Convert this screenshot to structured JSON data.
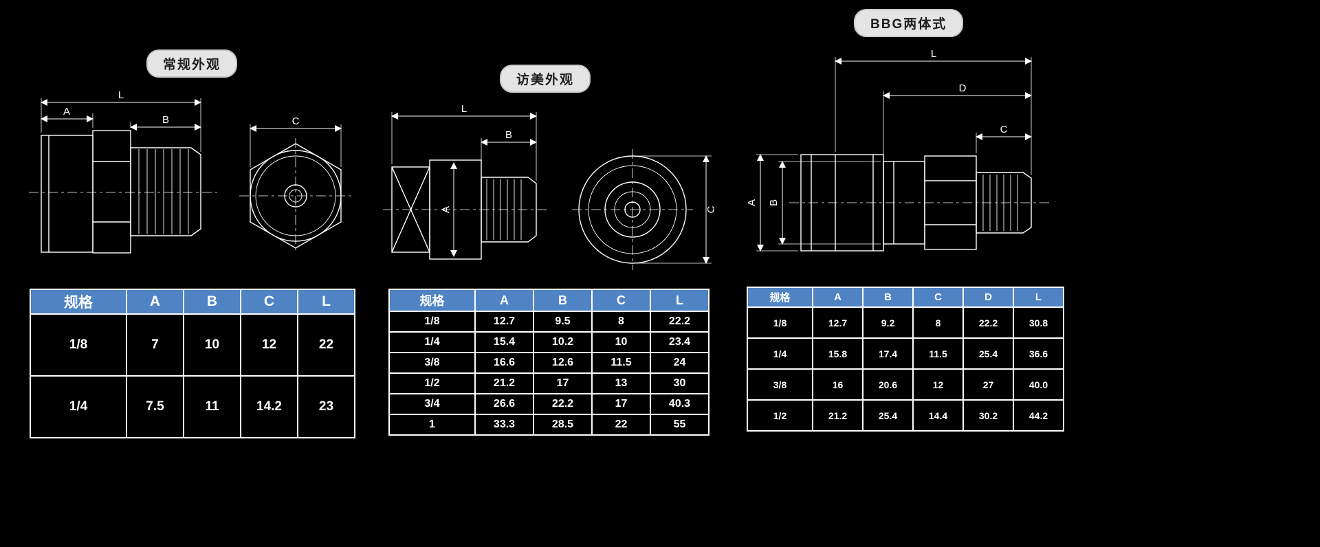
{
  "page": {
    "background_color": "#000000",
    "line_color": "#ffffff",
    "header_blue": "#4f83c4"
  },
  "sections": [
    {
      "label": "常规外观",
      "dims": [
        "L",
        "A",
        "B",
        "C"
      ],
      "table": {
        "headers": [
          "规格",
          "A",
          "B",
          "C",
          "L"
        ],
        "rows": [
          [
            "1/8",
            "7",
            "10",
            "12",
            "22"
          ],
          [
            "1/4",
            "7.5",
            "11",
            "14.2",
            "23"
          ]
        ]
      }
    },
    {
      "label": "访美外观",
      "dims": [
        "L",
        "B",
        "A",
        "C"
      ],
      "table": {
        "headers": [
          "规格",
          "A",
          "B",
          "C",
          "L"
        ],
        "rows": [
          [
            "1/8",
            "12.7",
            "9.5",
            "8",
            "22.2"
          ],
          [
            "1/4",
            "15.4",
            "10.2",
            "10",
            "23.4"
          ],
          [
            "3/8",
            "16.6",
            "12.6",
            "11.5",
            "24"
          ],
          [
            "1/2",
            "21.2",
            "17",
            "13",
            "30"
          ],
          [
            "3/4",
            "26.6",
            "22.2",
            "17",
            "40.3"
          ],
          [
            "1",
            "33.3",
            "28.5",
            "22",
            "55"
          ]
        ]
      }
    },
    {
      "label": "BBG两体式",
      "dims": [
        "L",
        "D",
        "C",
        "A",
        "B"
      ],
      "table": {
        "headers": [
          "规格",
          "A",
          "B",
          "C",
          "D",
          "L"
        ],
        "rows": [
          [
            "1/8",
            "12.7",
            "9.2",
            "8",
            "22.2",
            "30.8"
          ],
          [
            "1/4",
            "15.8",
            "17.4",
            "11.5",
            "25.4",
            "36.6"
          ],
          [
            "3/8",
            "16",
            "20.6",
            "12",
            "27",
            "40.0"
          ],
          [
            "1/2",
            "21.2",
            "25.4",
            "14.4",
            "30.2",
            "44.2"
          ]
        ]
      }
    }
  ]
}
